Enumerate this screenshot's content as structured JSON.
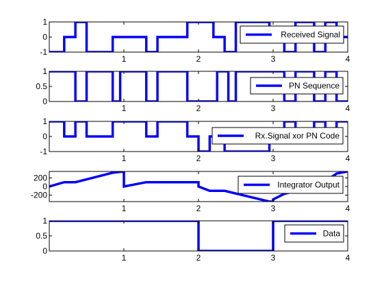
{
  "figure": {
    "background": "#ffffff"
  },
  "chart_data": [
    {
      "type": "line",
      "xlim": [
        0,
        4
      ],
      "ylim": [
        -1,
        1
      ],
      "xticks": [
        1,
        2,
        3,
        4
      ],
      "yticks": [
        -1,
        0,
        1
      ],
      "grid": false,
      "legend_position": "right",
      "series": [
        {
          "name": "Received Signal",
          "color": "#0000ff",
          "x": [
            0,
            0.2,
            0.2,
            0.35,
            0.35,
            0.5,
            0.5,
            0.85,
            0.85,
            1.3,
            1.3,
            1.45,
            1.45,
            1.85,
            1.85,
            2.2,
            2.2,
            2.35,
            2.35,
            2.5,
            2.5,
            2.95,
            2.95,
            3.15,
            3.15,
            3.3,
            3.3,
            3.55,
            3.55,
            3.7,
            3.7,
            3.85,
            3.85,
            4
          ],
          "y": [
            -1,
            -1,
            0,
            0,
            1,
            1,
            -1,
            -1,
            0,
            0,
            -1,
            -1,
            0,
            0,
            1,
            1,
            0,
            0,
            -1,
            -1,
            1,
            1,
            0,
            0,
            -1,
            -1,
            1,
            1,
            -1,
            -1,
            1,
            1,
            0,
            0
          ]
        }
      ]
    },
    {
      "type": "line",
      "xlim": [
        0,
        4
      ],
      "ylim": [
        0,
        1
      ],
      "xticks": [
        1,
        2,
        3,
        4
      ],
      "yticks": [
        0,
        0.5,
        1
      ],
      "grid": false,
      "legend_position": "right",
      "series": [
        {
          "name": "PN Sequence",
          "color": "#0000ff",
          "x": [
            0,
            0.35,
            0.35,
            0.5,
            0.5,
            0.85,
            0.85,
            0.95,
            0.95,
            1.3,
            1.3,
            1.45,
            1.45,
            1.85,
            1.85,
            2.25,
            2.25,
            2.4,
            2.4,
            2.5,
            2.5,
            3.15,
            3.15,
            3.3,
            3.3,
            3.55,
            3.55,
            3.7,
            3.7,
            3.85,
            3.85,
            4
          ],
          "y": [
            1,
            1,
            0,
            0,
            1,
            1,
            0,
            0,
            1,
            1,
            0,
            0,
            1,
            1,
            0,
            0,
            1,
            1,
            0,
            0,
            1,
            1,
            0,
            0,
            1,
            1,
            0,
            0,
            1,
            1,
            0,
            0
          ]
        }
      ]
    },
    {
      "type": "line",
      "xlim": [
        0,
        4
      ],
      "ylim": [
        -1,
        1
      ],
      "xticks": [
        1,
        2,
        3,
        4
      ],
      "yticks": [
        -1,
        0,
        1
      ],
      "grid": false,
      "legend_position": "right",
      "series": [
        {
          "name": "Rx.Signal xor PN Code",
          "color": "#0000ff",
          "x": [
            0,
            0.2,
            0.2,
            0.35,
            0.35,
            0.5,
            0.5,
            0.85,
            0.85,
            1.3,
            1.3,
            1.45,
            1.45,
            1.85,
            1.85,
            2,
            2,
            2.15,
            2.15,
            2.35,
            2.35,
            2.6,
            2.6,
            2.95,
            2.95,
            3.15,
            3.15,
            3.3,
            3.3,
            3.55,
            3.55,
            3.7,
            3.7,
            3.85,
            3.85,
            4
          ],
          "y": [
            1,
            1,
            0,
            0,
            1,
            1,
            0,
            0,
            1,
            1,
            0,
            0,
            1,
            1,
            0,
            0,
            -1,
            -1,
            0,
            0,
            -1,
            -1,
            -1,
            -1,
            0,
            0,
            1,
            1,
            0,
            0,
            1,
            1,
            0,
            0,
            1,
            1
          ]
        }
      ]
    },
    {
      "type": "line",
      "xlim": [
        0,
        4
      ],
      "ylim": [
        -350,
        350
      ],
      "xticks": [
        1,
        2,
        3,
        4
      ],
      "yticks": [
        -200,
        0,
        200
      ],
      "grid": false,
      "legend_position": "right",
      "series": [
        {
          "name": "Integrator Output",
          "color": "#0000ff",
          "x": [
            0,
            0.2,
            0.35,
            0.85,
            1,
            1,
            1.3,
            1.45,
            1.85,
            2,
            2,
            2.15,
            2.35,
            2.95,
            3,
            3,
            3.15,
            3.3,
            3.55,
            3.7,
            3.85,
            4
          ],
          "y": [
            0,
            100,
            100,
            320,
            350,
            0,
            100,
            100,
            100,
            100,
            0,
            -100,
            -100,
            -350,
            -350,
            -300,
            -170,
            -100,
            50,
            120,
            300,
            350
          ]
        }
      ]
    },
    {
      "type": "line",
      "xlim": [
        0,
        4
      ],
      "ylim": [
        0,
        1
      ],
      "xticks": [
        1,
        2,
        3,
        4
      ],
      "yticks": [
        0,
        0.5,
        1
      ],
      "grid": false,
      "legend_position": "right",
      "series": [
        {
          "name": "Data",
          "color": "#0000ff",
          "x": [
            0,
            2,
            2,
            3,
            3,
            4
          ],
          "y": [
            1,
            1,
            0,
            0,
            1,
            1
          ]
        }
      ]
    }
  ]
}
